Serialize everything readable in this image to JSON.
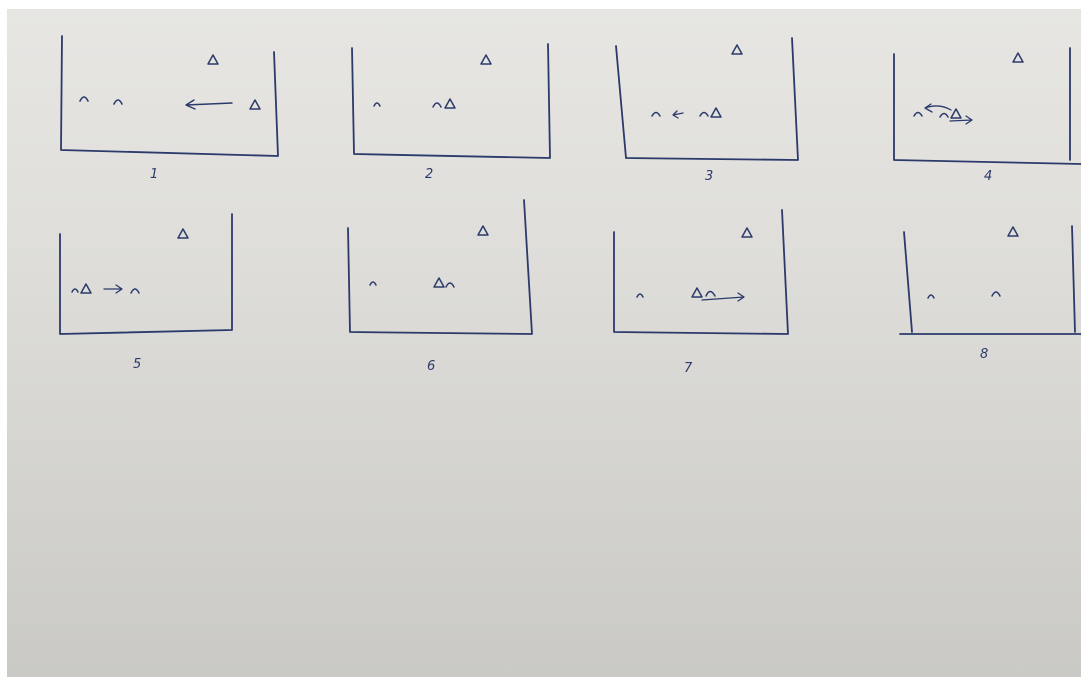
{
  "panels": [
    {
      "label": "1"
    },
    {
      "label": "2"
    },
    {
      "label": "3"
    },
    {
      "label": "4"
    },
    {
      "label": "5"
    },
    {
      "label": "6"
    },
    {
      "label": "7"
    },
    {
      "label": "8"
    }
  ],
  "ink_color": "#2b3a6b",
  "paper_color": "#dfdeda"
}
